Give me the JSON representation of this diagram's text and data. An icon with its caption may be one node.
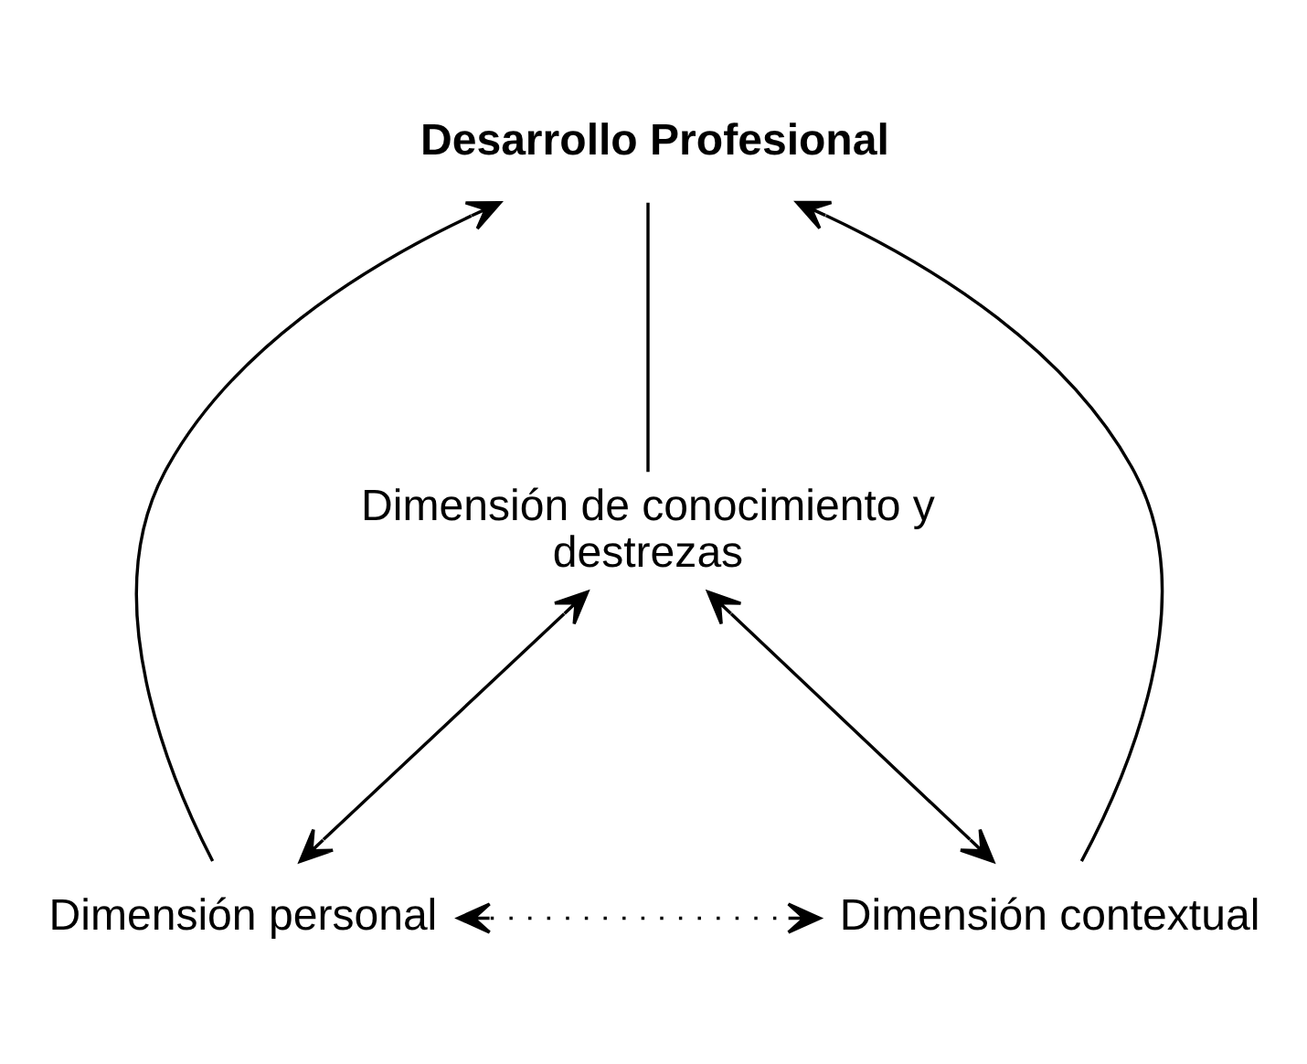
{
  "diagram": {
    "nodes": [
      {
        "text": [
          "Desarrollo Profesional"
        ]
      },
      {
        "text": [
          "Dimensión personal"
        ]
      },
      {
        "text": [
          "Dimensión contextual"
        ]
      },
      {
        "text": [
          "Dimensión de conocimiento y destrezas"
        ]
      }
    ],
    "edges": [
      {
        "from": 1,
        "to": 0,
        "arrow": "to"
      },
      {
        "from": 2,
        "to": 0,
        "arrow": "to"
      },
      {
        "from": 0,
        "to": 3,
        "arrow": "none"
      },
      {
        "from": 1,
        "to": 2,
        "arrow": "both",
        "style": "dashed"
      },
      {
        "from": 1,
        "to": 3,
        "arrow": "both"
      },
      {
        "from": 3,
        "to": 2,
        "arrow": "both"
      }
    ]
  }
}
